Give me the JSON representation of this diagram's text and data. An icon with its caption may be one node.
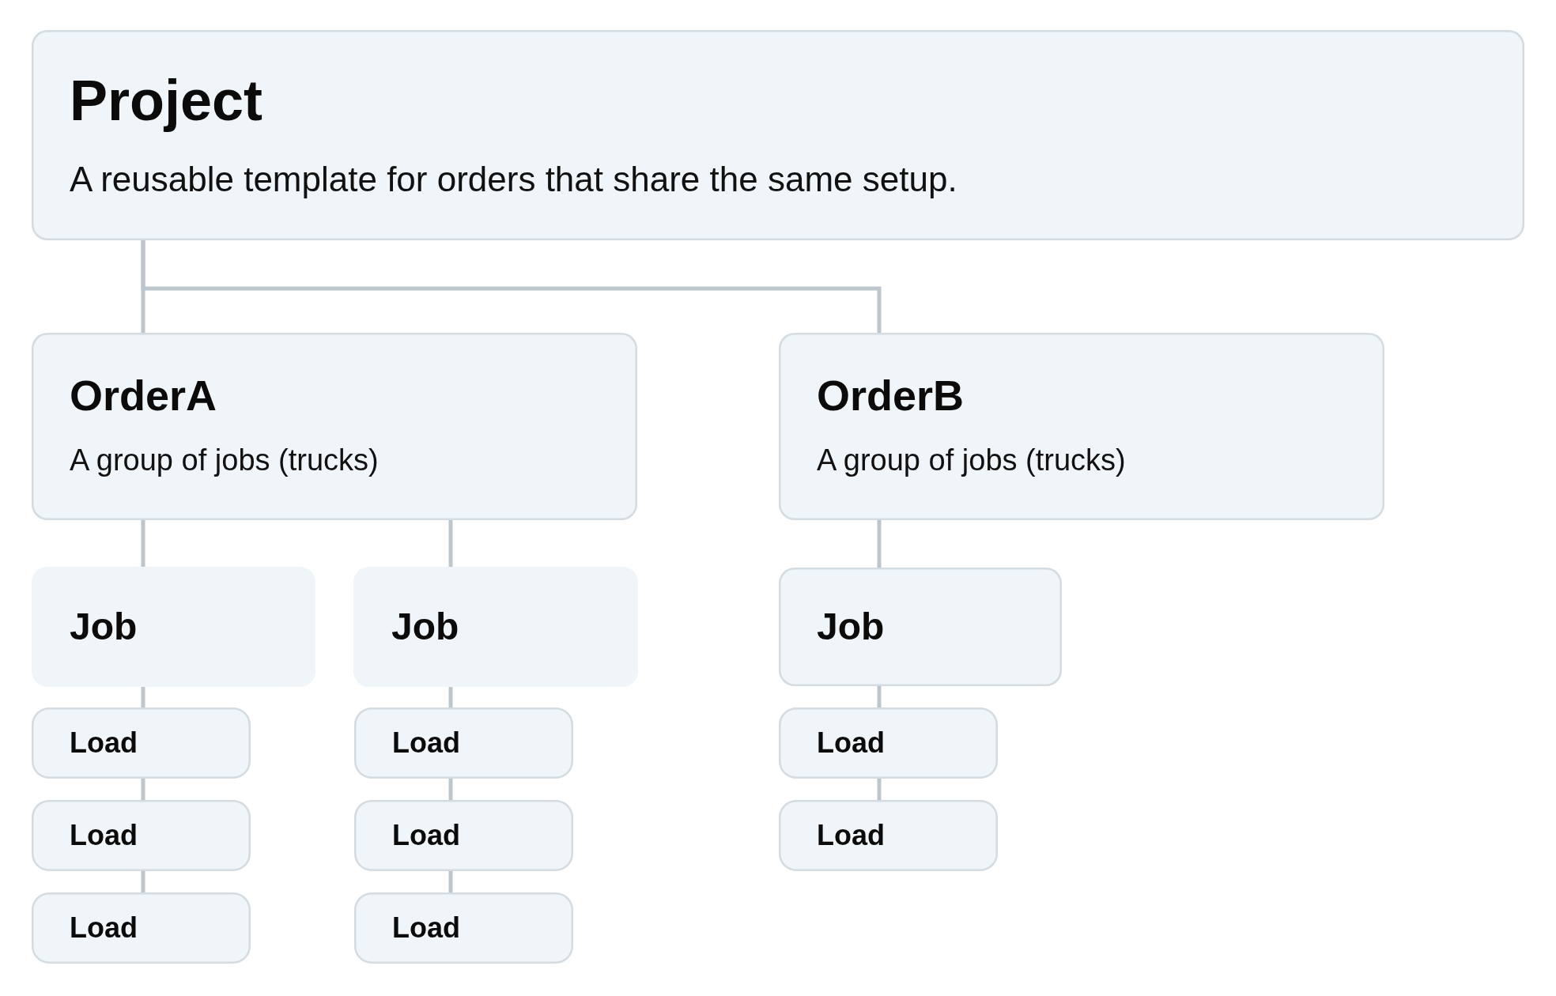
{
  "diagram": {
    "nodes": [
      {
        "text": [
          "Project",
          "A reusable template for orders that share the same setup."
        ]
      },
      {
        "text": [
          "OrderA",
          "A group of jobs (trucks)"
        ]
      },
      {
        "text": [
          "OrderB",
          "A group of jobs (trucks)"
        ]
      },
      {
        "text": [
          "Job"
        ]
      },
      {
        "text": [
          "Job"
        ]
      },
      {
        "text": [
          "Job"
        ]
      },
      {
        "text": [
          "Load"
        ]
      },
      {
        "text": [
          "Load"
        ]
      },
      {
        "text": [
          "Load"
        ]
      },
      {
        "text": [
          "Load"
        ]
      },
      {
        "text": [
          "Load"
        ]
      },
      {
        "text": [
          "Load"
        ]
      },
      {
        "text": [
          "Load"
        ]
      },
      {
        "text": [
          "Load"
        ]
      }
    ],
    "edges": [
      {
        "from": 0,
        "to": 1,
        "arrow": "none"
      },
      {
        "from": 0,
        "to": 2,
        "arrow": "none"
      },
      {
        "from": 1,
        "to": 3,
        "arrow": "none"
      },
      {
        "from": 1,
        "to": 4,
        "arrow": "none"
      },
      {
        "from": 2,
        "to": 5,
        "arrow": "none"
      },
      {
        "from": 3,
        "to": 6,
        "arrow": "none"
      },
      {
        "from": 4,
        "to": 7,
        "arrow": "none"
      },
      {
        "from": 5,
        "to": 8,
        "arrow": "none"
      },
      {
        "from": 6,
        "to": 9,
        "arrow": "none"
      },
      {
        "from": 7,
        "to": 10,
        "arrow": "none"
      },
      {
        "from": 8,
        "to": 11,
        "arrow": "none"
      },
      {
        "from": 9,
        "to": 12,
        "arrow": "none"
      },
      {
        "from": 10,
        "to": 13,
        "arrow": "none"
      }
    ]
  }
}
